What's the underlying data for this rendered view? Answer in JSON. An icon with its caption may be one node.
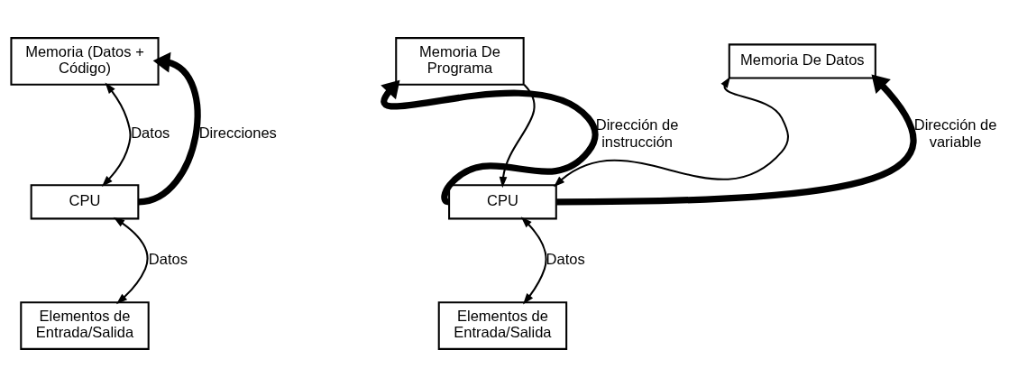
{
  "diagram": {
    "nodes": [
      {
        "text": [
          "Memoria (Datos + Código)"
        ]
      },
      {
        "text": [
          "CPU"
        ]
      },
      {
        "text": [
          "Elementos de Entrada/Salida"
        ]
      },
      {
        "text": [
          "Memoria De Programa"
        ]
      },
      {
        "text": [
          "Memoria De Datos"
        ]
      },
      {
        "text": [
          "CPU"
        ]
      },
      {
        "text": [
          "Elementos de Entrada/Salida"
        ]
      }
    ],
    "edges": [
      {
        "from": 1,
        "to": 0,
        "arrow": "both",
        "label": "Datos"
      },
      {
        "from": 1,
        "to": 0,
        "arrow": "to",
        "label": "Direcciones",
        "style": "thick"
      },
      {
        "from": 1,
        "to": 2,
        "arrow": "both",
        "label": "Datos"
      },
      {
        "from": 5,
        "to": 3,
        "arrow": "to",
        "label": "Dirección de instrucción",
        "style": "thick"
      },
      {
        "from": 3,
        "to": 5,
        "arrow": "to"
      },
      {
        "from": 5,
        "to": 4,
        "arrow": "both"
      },
      {
        "from": 5,
        "to": 4,
        "arrow": "to",
        "label": "Dirección de variable",
        "style": "thick"
      },
      {
        "from": 5,
        "to": 6,
        "arrow": "both",
        "label": "Datos"
      }
    ]
  }
}
